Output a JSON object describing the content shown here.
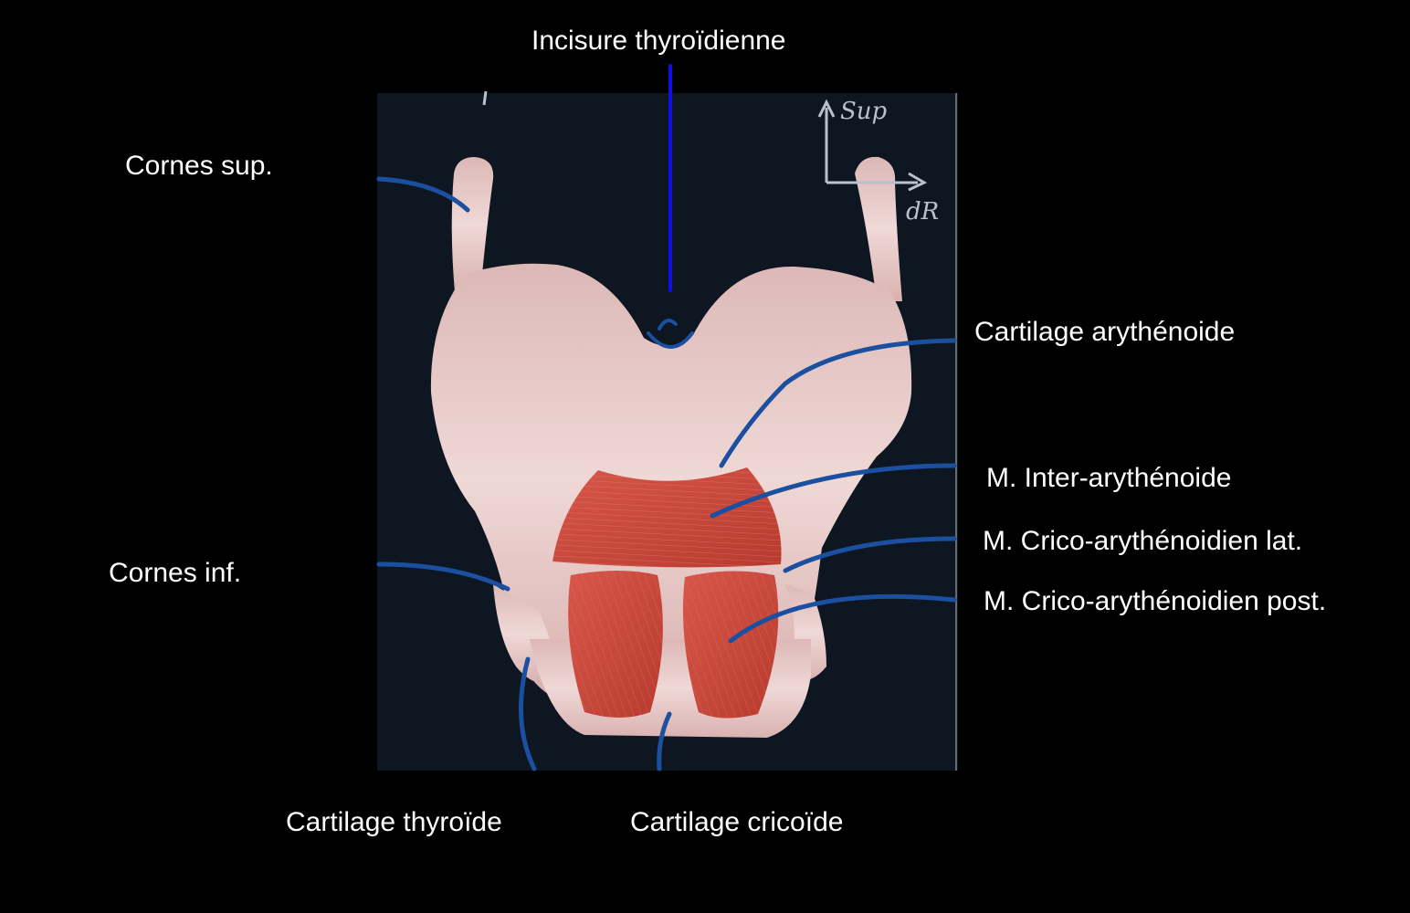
{
  "labels": {
    "incisure": "Incisure thyroïdienne",
    "cornes_sup": "Cornes sup.",
    "cartilage_arythenoide": "Cartilage arythénoide",
    "m_inter": "M. Inter-arythénoide",
    "m_crico_lat": "M. Crico-arythénoidien lat.",
    "m_crico_post": "M. Crico-arythénoidien post.",
    "cornes_inf": "Cornes inf.",
    "cartilage_thyroide": "Cartilage thyroïde",
    "cartilage_cricoide": "Cartilage cricoïde"
  },
  "orientation": {
    "sup": "Sup",
    "dr": "dR"
  },
  "colors": {
    "background": "#000000",
    "panel": "#0e1622",
    "cartilage": "#e6c7c4",
    "muscle": "#c9473a",
    "leader_dark": "#1b4fa0",
    "leader_bright": "#1010e0",
    "text": "#ffffff"
  }
}
